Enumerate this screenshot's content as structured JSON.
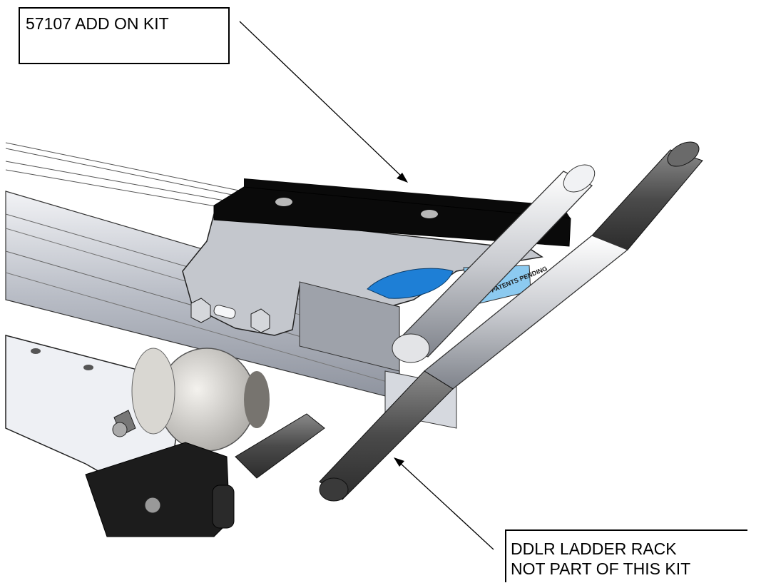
{
  "callouts": {
    "kit": {
      "text": "57107 ADD ON KIT"
    },
    "rack": {
      "line1": "DDLR LADDER RACK",
      "line2": "NOT PART OF THIS KIT"
    }
  },
  "decal": {
    "text": "PATENTS PENDING"
  },
  "colors": {
    "rubber_pad": "#0a0a0a",
    "aluminum": "#c8ccd4",
    "rack_grip": "#4a4a4a",
    "logo_blue": "#1e7fd6",
    "decal_blue": "#8ccaf0"
  }
}
